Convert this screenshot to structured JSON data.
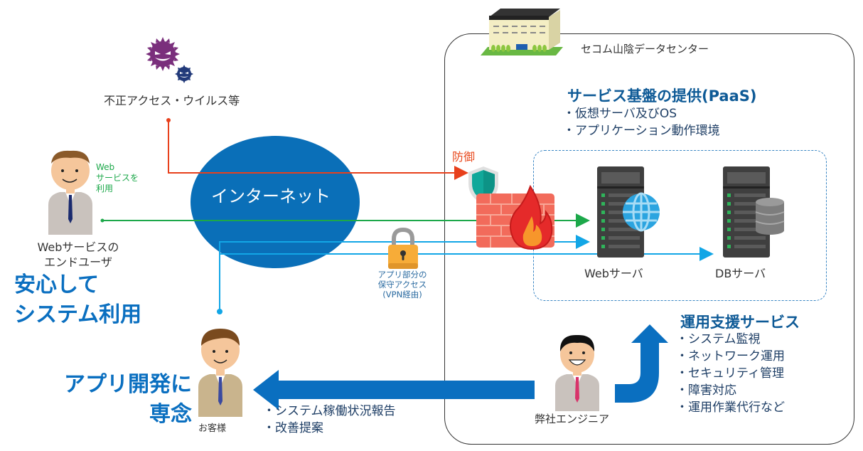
{
  "datacenter": {
    "name": "セコム山陰データセンター"
  },
  "paas": {
    "title": "サービス基盤の提供(PaaS)",
    "items": [
      "・仮想サーバ及びOS",
      "・アプリケーション動作環境"
    ]
  },
  "operations": {
    "title": "運用支援サービス",
    "items": [
      "・システム監視",
      "・ネットワーク運用",
      "・セキュリティ管理",
      "・障害対応",
      "・運用作業代行など"
    ]
  },
  "report": {
    "items": [
      "・システム稼働状況報告",
      "・改善提案"
    ]
  },
  "threat": {
    "label": "不正アクセス・ウイルス等"
  },
  "defense": {
    "label": "防御"
  },
  "internet": {
    "label": "インターネット"
  },
  "end_user": {
    "action_lines": [
      "Web",
      "サービスを",
      "利用"
    ],
    "label_lines": [
      "Webサービスの",
      "エンドユーザ"
    ],
    "benefit_lines": [
      "安心して",
      "システム利用"
    ]
  },
  "vpn": {
    "label_lines": [
      "アプリ部分の",
      "保守アクセス",
      "(VPN経由)"
    ]
  },
  "servers": {
    "web": "Webサーバ",
    "db": "DBサーバ"
  },
  "customer": {
    "label": "お客様",
    "benefit_lines": [
      "アプリ開発に",
      "専念"
    ]
  },
  "engineer": {
    "label": "弊社エンジニア"
  },
  "colors": {
    "threat_line": "#e8401c",
    "user_line": "#1ca84a",
    "vpn_line": "#12a6e6",
    "internet": "#0a6fb8",
    "accent_blue": "#0a6fc0",
    "title_blue": "#0e5a96"
  }
}
